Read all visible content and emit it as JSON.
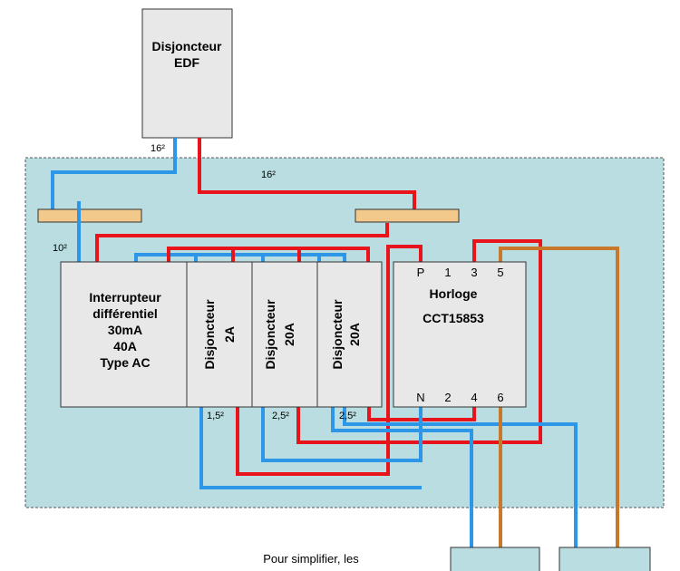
{
  "colors": {
    "panel_bg": "#b9dde0",
    "device_fill": "#e8e8e8",
    "busbar": "#f2c98a",
    "live": "#e8141c",
    "neutral": "#2d96e6",
    "switched": "#c8782a"
  },
  "edf_breaker": {
    "line1": "Disjoncteur",
    "line2": "EDF"
  },
  "cable_labels": {
    "incoming": "16²",
    "live_feed": "16²",
    "neutral_feed": "10²",
    "out_2a": "1,5²",
    "out_20a_1": "2,5²",
    "out_20a_2": "2,5²"
  },
  "rcd": {
    "line1": "Interrupteur",
    "line2": "différentiel",
    "line3": "30mA",
    "line4": "40A",
    "line5": "Type AC"
  },
  "breakers": [
    {
      "line1": "Disjoncteur",
      "line2": "2A"
    },
    {
      "line1": "Disjoncteur",
      "line2": "20A"
    },
    {
      "line1": "Disjoncteur",
      "line2": "20A"
    }
  ],
  "clock": {
    "title": "Horloge",
    "model": "CCT15853",
    "top_terminals": [
      "P",
      "1",
      "3",
      "5"
    ],
    "bottom_terminals": [
      "N",
      "2",
      "4",
      "6"
    ]
  },
  "footnote": {
    "line1": "Pour simplifier, les"
  }
}
